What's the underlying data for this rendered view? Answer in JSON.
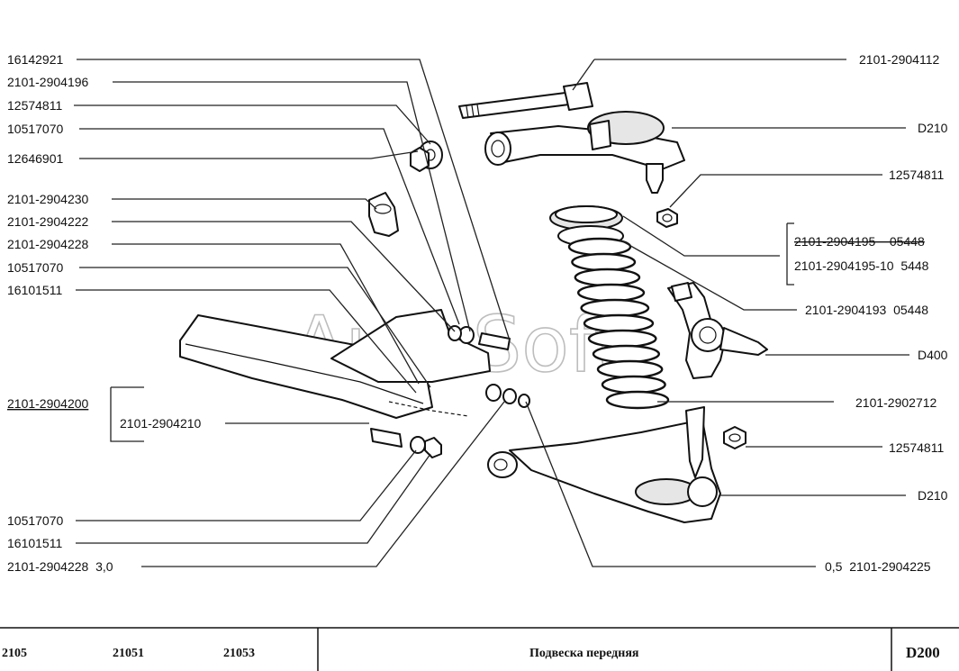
{
  "watermark": "AutoSoft",
  "labels_left": [
    "16142921",
    "2101-2904196",
    "12574811",
    "10517070",
    "12646901",
    "2101-2904230",
    "2101-2904222",
    "2101-2904228",
    "10517070",
    "16101511",
    "2101-2904200",
    "2101-2904210",
    "10517070",
    "16101511",
    "2101-2904228  3,0"
  ],
  "labels_right": [
    "2101-2904112",
    "D210",
    "12574811",
    "2101-2904195    05448",
    "2101-2904195-10  5448",
    "2101-2904193  05448",
    "D400",
    "2101-2902712",
    "12574811",
    "D210",
    "0,5  2101-2904225"
  ],
  "footer": {
    "models": [
      "2105",
      "21051",
      "21053"
    ],
    "title": "Подвеска передняя",
    "code": "D200"
  }
}
